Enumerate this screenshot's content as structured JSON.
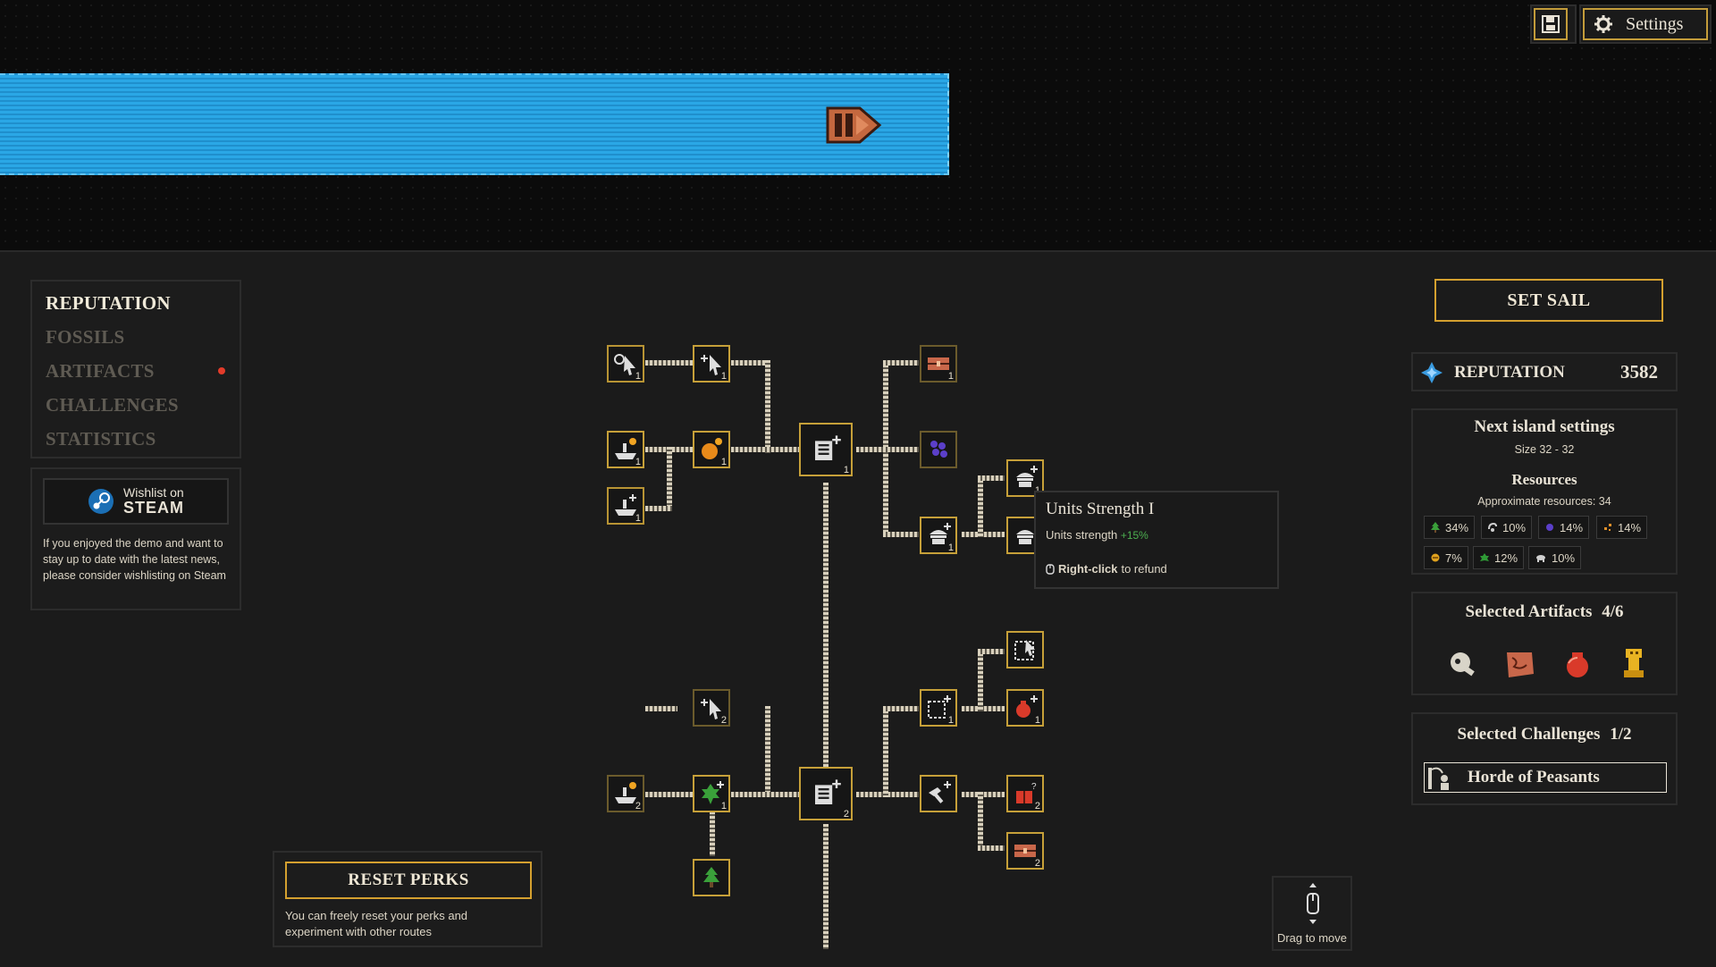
{
  "top_bar": {
    "settings_label": "Settings",
    "save_icon": "save-icon",
    "gear_icon": "gear-icon"
  },
  "menu": {
    "items": [
      {
        "label": "REPUTATION",
        "active": true
      },
      {
        "label": "FOSSILS",
        "active": false
      },
      {
        "label": "ARTIFACTS",
        "active": false,
        "notification": true
      },
      {
        "label": "CHALLENGES",
        "active": false
      },
      {
        "label": "STATISTICS",
        "active": false
      }
    ]
  },
  "wishlist": {
    "line1": "Wishlist on",
    "line2": "STEAM",
    "description": "If you enjoyed the demo and want to stay up to date with the latest news, please consider wishlisting on Steam"
  },
  "reset": {
    "button_label": "RESET PERKS",
    "description": "You can freely reset your perks and experiment with other routes"
  },
  "tree": {
    "nodes": [
      {
        "icon": "clock-cursor-icon",
        "level": "1"
      },
      {
        "icon": "plus-cursor-icon",
        "level": "1"
      },
      {
        "icon": "ship-coin-icon",
        "level": "1"
      },
      {
        "icon": "orange-fruit-icon",
        "level": "1"
      },
      {
        "icon": "ship-plus-icon",
        "level": "1"
      },
      {
        "icon": "scroll-plus-icon",
        "level": "1"
      },
      {
        "icon": "chest-icon",
        "level": "1"
      },
      {
        "icon": "berries-icon",
        "level": ""
      },
      {
        "icon": "unit-plus-icon",
        "level": "1"
      },
      {
        "icon": "unit-plus-icon",
        "level": "1"
      },
      {
        "icon": "unit-icon",
        "level": ""
      },
      {
        "icon": "plus-cursor-icon",
        "level": "2"
      },
      {
        "icon": "ship-coin-icon",
        "level": "2"
      },
      {
        "icon": "leaf-plus-icon",
        "level": "1"
      },
      {
        "icon": "pine-tree-icon",
        "level": ""
      },
      {
        "icon": "scroll-plus-icon",
        "level": "2"
      },
      {
        "icon": "area-plus-icon",
        "level": "1"
      },
      {
        "icon": "area-cursor-icon",
        "level": ""
      },
      {
        "icon": "potion-plus-icon",
        "level": "1"
      },
      {
        "icon": "hammer-plus-icon",
        "level": ""
      },
      {
        "icon": "gift-question-icon",
        "level": "2"
      },
      {
        "icon": "chest-icon",
        "level": "2"
      }
    ]
  },
  "tooltip": {
    "title": "Units Strength I",
    "stat_label": "Units strength",
    "stat_value": "+15%",
    "hint_action": "Right-click",
    "hint_rest": "to refund"
  },
  "set_sail": "SET SAIL",
  "reputation": {
    "label": "REPUTATION",
    "value": "3582"
  },
  "island": {
    "title": "Next island settings",
    "size": "Size 32 - 32",
    "resources_title": "Resources",
    "approx": "Approximate resources: 34",
    "resources": [
      {
        "icon": "tree-icon",
        "value": "34%",
        "color": "#3aa03a"
      },
      {
        "icon": "stone-icon",
        "value": "10%",
        "color": "#cfcfcf"
      },
      {
        "icon": "berry-icon",
        "value": "14%",
        "color": "#5b3fc9"
      },
      {
        "icon": "sparkle-icon",
        "value": "14%",
        "color": "#e0902a"
      },
      {
        "icon": "gold-icon",
        "value": "7%",
        "color": "#e0a21e"
      },
      {
        "icon": "leaf-icon",
        "value": "12%",
        "color": "#2f9a36"
      },
      {
        "icon": "animal-icon",
        "value": "10%",
        "color": "#cfcfcf"
      }
    ]
  },
  "artifacts": {
    "title": "Selected Artifacts",
    "count": "4/6",
    "items": [
      "skull-icon",
      "map-icon",
      "red-pot-icon",
      "golden-idol-icon"
    ]
  },
  "challenges": {
    "title": "Selected Challenges",
    "count": "1/2",
    "items": [
      {
        "label": "Horde of Peasants",
        "icon": "peasant-icon"
      }
    ]
  },
  "drag_hint": "Drag to move",
  "colors": {
    "accent_gold": "#d4a02f",
    "river_blue": "#2aa7e6",
    "notification_red": "#e33b2a",
    "stat_green": "#4caf50"
  }
}
